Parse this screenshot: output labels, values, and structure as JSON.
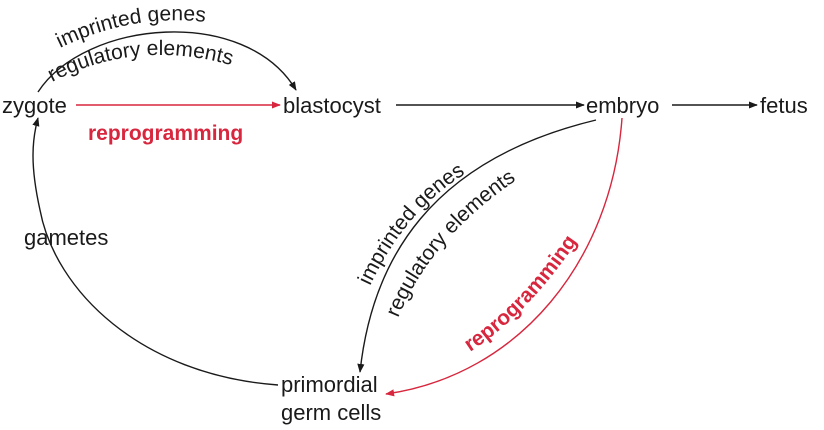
{
  "colors": {
    "ink": "#1a1a1a",
    "reprogramming": "#d7263d"
  },
  "nodes": {
    "zygote": "zygote",
    "blastocyst": "blastocyst",
    "embryo": "embryo",
    "fetus": "fetus",
    "gametes": "gametes",
    "primordial_line1": "primordial",
    "primordial_line2": "germ cells"
  },
  "top_arc": {
    "line1": "imprinted genes",
    "line2": "regulatory elements",
    "reprogramming": "reprogramming"
  },
  "germline_arc": {
    "line1": "imprinted genes",
    "line2": "regulatory elements",
    "reprogramming": "reprogramming"
  }
}
